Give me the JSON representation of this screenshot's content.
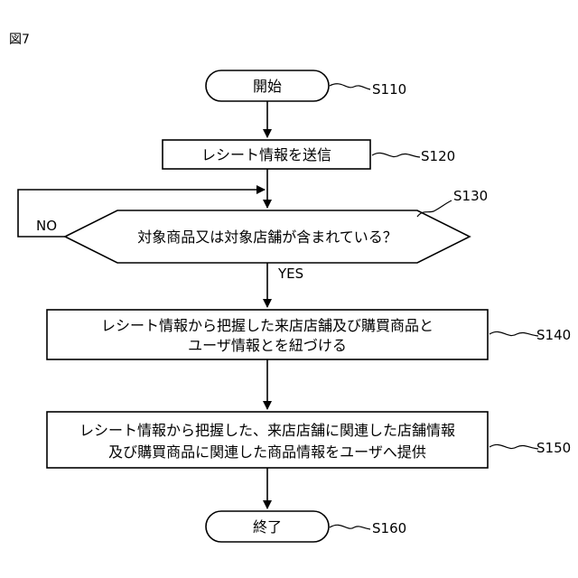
{
  "figure_label": "図7",
  "nodes": {
    "start": {
      "text": "開始",
      "step": "S110"
    },
    "send": {
      "text": "レシート情報を送信",
      "step": "S120"
    },
    "decide": {
      "text": "対象商品又は対象店舗が含まれている？",
      "step": "S130",
      "no_label": "NO",
      "yes_label": "YES"
    },
    "link": {
      "line1": "レシート情報から把握した来店店舗及び購買商品と",
      "line2": "ユーザ情報とを紐づける",
      "step": "S140"
    },
    "provide": {
      "line1": "レシート情報から把握した、来店店舗に関連した店舗情報",
      "line2": "及び購買商品に関連した商品情報をユーザへ提供",
      "step": "S150"
    },
    "end": {
      "text": "終了",
      "step": "S160"
    }
  }
}
